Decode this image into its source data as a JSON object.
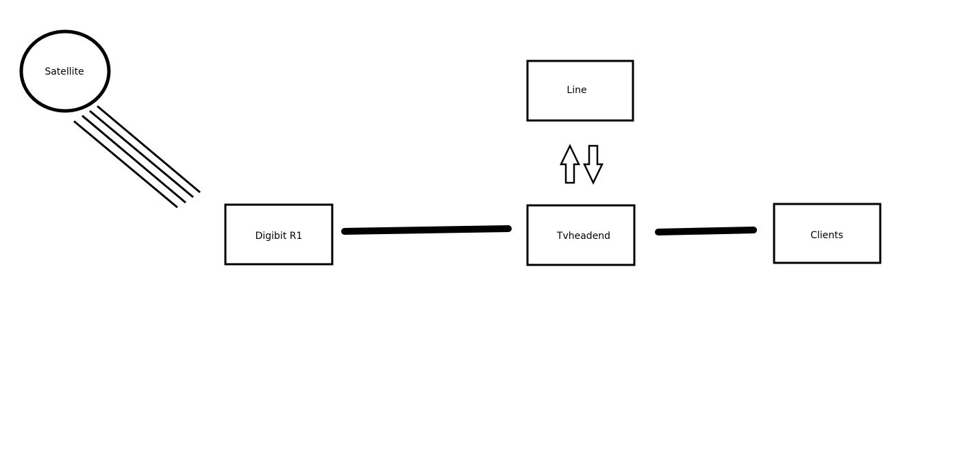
{
  "diagram": {
    "nodes": {
      "satellite": {
        "label": "Satellite",
        "shape": "circle"
      },
      "digibit": {
        "label": "Digibit R1",
        "shape": "rectangle"
      },
      "line": {
        "label": "Line",
        "shape": "rectangle"
      },
      "tvheadend": {
        "label": "Tvheadend",
        "shape": "rectangle"
      },
      "clients": {
        "label": "Clients",
        "shape": "rectangle"
      }
    },
    "connections": [
      {
        "from": "Satellite",
        "to": "Digibit R1",
        "style": "triple-thin-lines"
      },
      {
        "from": "Digibit R1",
        "to": "Tvheadend",
        "style": "thick-line"
      },
      {
        "from": "Tvheadend",
        "to": "Clients",
        "style": "thick-line"
      },
      {
        "from": "Tvheadend",
        "to": "Line",
        "style": "bidirectional-hollow-arrows"
      }
    ],
    "colors": {
      "stroke": "#000000",
      "background": "#ffffff"
    }
  }
}
